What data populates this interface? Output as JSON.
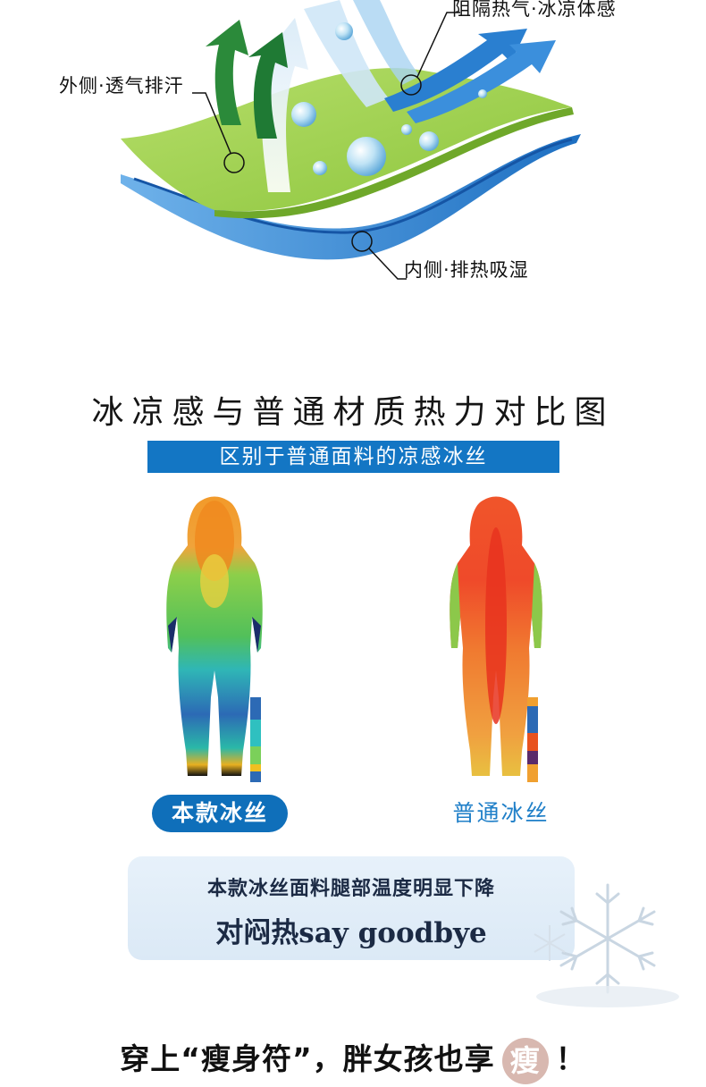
{
  "fabric_diagram": {
    "callout_top_right": "阻隔热气·冰凉体感",
    "callout_left": "外侧·透气排汗",
    "callout_bottom": "内侧·排热吸湿"
  },
  "comparison": {
    "title": "冰凉感与普通材质热力对比图",
    "subtitle": "区别于普通面料的凉感冰丝",
    "label_this": "本款冰丝",
    "label_normal": "普通冰丝"
  },
  "info": {
    "line1": "本款冰丝面料腿部温度明显下降",
    "line2": "对闷热say goodbye"
  },
  "footer": {
    "text_before": "穿上“瘦身符”，胖女孩也享",
    "badge": "瘦",
    "text_after": "！"
  },
  "colors": {
    "fabric_green": "#9cd14a",
    "fabric_blue": "#1f78c8",
    "arrow_green": "#1f7a34",
    "arrow_blue": "#2a7fd0",
    "banner_blue": "#1376c4"
  }
}
